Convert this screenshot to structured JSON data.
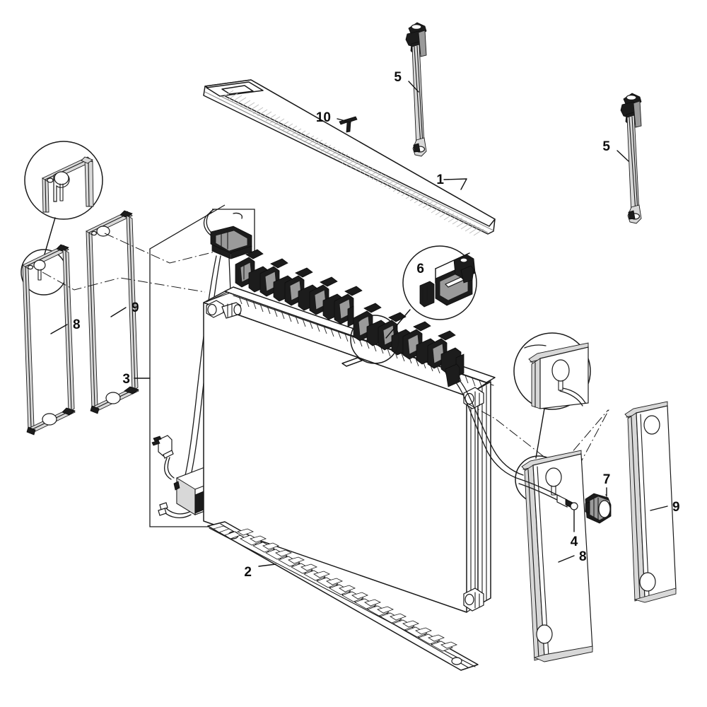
{
  "diagram": {
    "title": "Exploded assembly parts diagram",
    "kind": "technical-line-drawing",
    "background_color": "#ffffff",
    "line_color": "#1a1a1a",
    "label_color": "#0d0d0d",
    "callout_count": 4,
    "part_label_count": 12
  },
  "labels": {
    "p1": "1",
    "p2": "2",
    "p3": "3",
    "p4": "4",
    "p5a": "5",
    "p5b": "5",
    "p6": "6",
    "p7": "7",
    "p8a": "8",
    "p8b": "8",
    "p9a": "9",
    "p9b": "9",
    "p10": "10"
  },
  "parts": [
    {
      "ref": "1",
      "name": "top-louvre-grille",
      "description": "long slatted top grille panel"
    },
    {
      "ref": "2",
      "name": "bottom-perforated-strip",
      "description": "ladder/perforated bottom trim strip"
    },
    {
      "ref": "3",
      "name": "electrical-control-box",
      "description": "junction box with cable harness and plug"
    },
    {
      "ref": "4",
      "name": "sensor-probe-lead",
      "description": "cable sensor probe end"
    },
    {
      "ref": "5",
      "name": "vertical-mounting-rail",
      "description": "slender vertical mounting rail with hook head"
    },
    {
      "ref": "6",
      "name": "fan-clip-mount",
      "description": "fan retaining clip and bracket"
    },
    {
      "ref": "7",
      "name": "cylindrical-connector-cap",
      "description": "cylindrical plug-in connector cap"
    },
    {
      "ref": "8",
      "name": "side-bracket-frame",
      "description": "open rectangular side bracket frame"
    },
    {
      "ref": "9",
      "name": "side-cover-panel",
      "description": "flat side cover panel with keyhole slots"
    },
    {
      "ref": "10",
      "name": "push-pin-fastener",
      "description": "small t-shaped push-pin fastener"
    }
  ],
  "callouts": [
    {
      "name": "detail-bracket-keyhole-left",
      "target_ref": "8"
    },
    {
      "name": "detail-fan-clip",
      "target_ref": "6"
    },
    {
      "name": "detail-panel-keyhole-right",
      "target_ref": "9"
    }
  ]
}
